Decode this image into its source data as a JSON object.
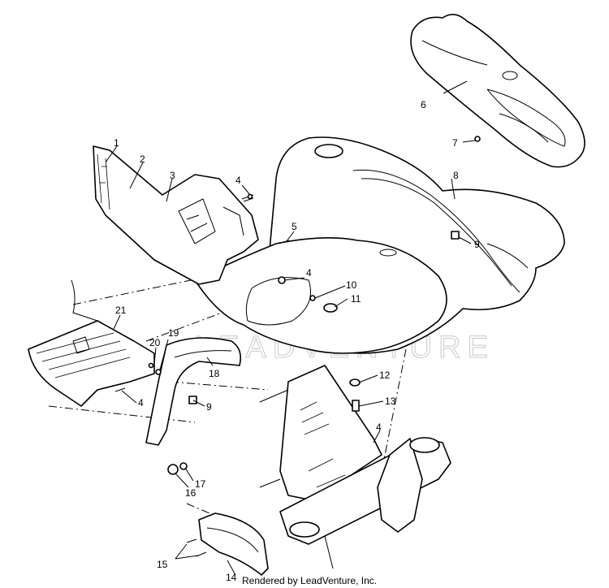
{
  "watermark": "LEADVENTURE",
  "credit": "Rendered by LeadVenture, Inc.",
  "callouts": [
    "1",
    "2",
    "3",
    "4",
    "5",
    "4",
    "6",
    "7",
    "8",
    "9",
    "10",
    "11",
    "21",
    "20",
    "19",
    "4",
    "18",
    "9",
    "12",
    "13",
    "4",
    "17",
    "16",
    "15",
    "14"
  ]
}
